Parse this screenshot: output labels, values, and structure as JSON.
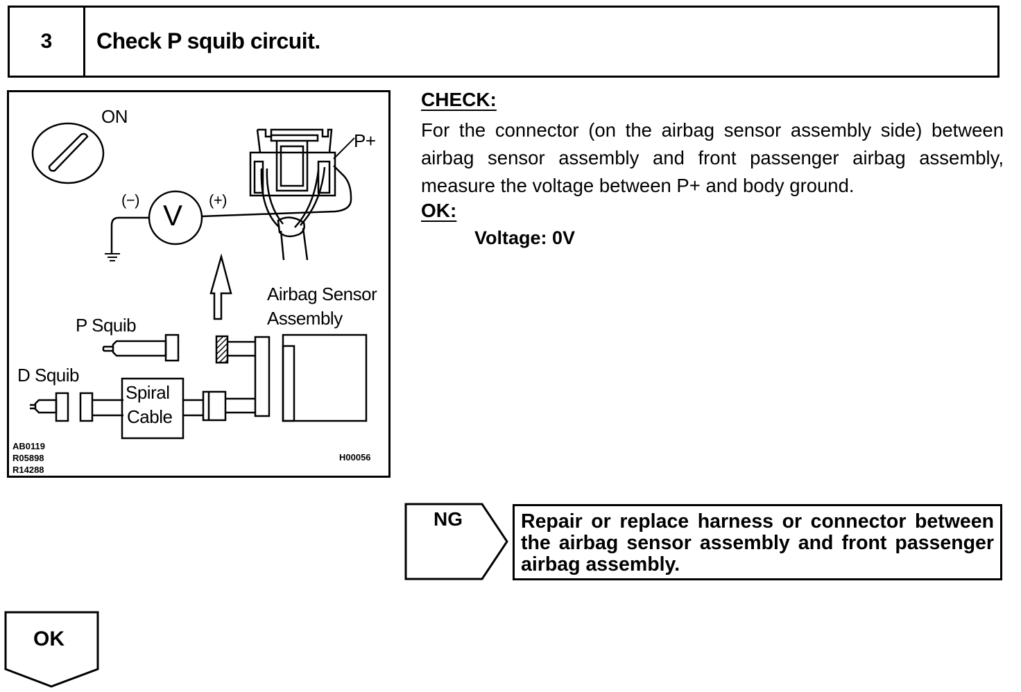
{
  "header": {
    "step_number": "3",
    "title": "Check P squib circuit."
  },
  "figure": {
    "ignition_label": "ON",
    "meter_symbol": "V",
    "negative_label": "(−)",
    "positive_label": "(+)",
    "terminal_label": "P+",
    "sensor_label_line1": "Airbag Sensor",
    "sensor_label_line2": "Assembly",
    "p_squib_label": "P Squib",
    "d_squib_label": "D Squib",
    "spiral_cable_line1": "Spiral",
    "spiral_cable_line2": "Cable",
    "code_1": "AB0119",
    "code_2": "R05898",
    "code_3": "R14288",
    "code_right": "H00056"
  },
  "check": {
    "heading": "CHECK:",
    "body": "For the connector (on the airbag sensor assembly side) between airbag sensor assembly and front passenger airbag assembly, measure the voltage between P+ and body ground."
  },
  "ok": {
    "heading": "OK:",
    "spec": "Voltage: 0V"
  },
  "ng": {
    "label": "NG",
    "action": "Repair or replace harness or connector between the airbag sensor assembly and front passenger airbag assembly."
  },
  "result": {
    "ok_label": "OK"
  }
}
